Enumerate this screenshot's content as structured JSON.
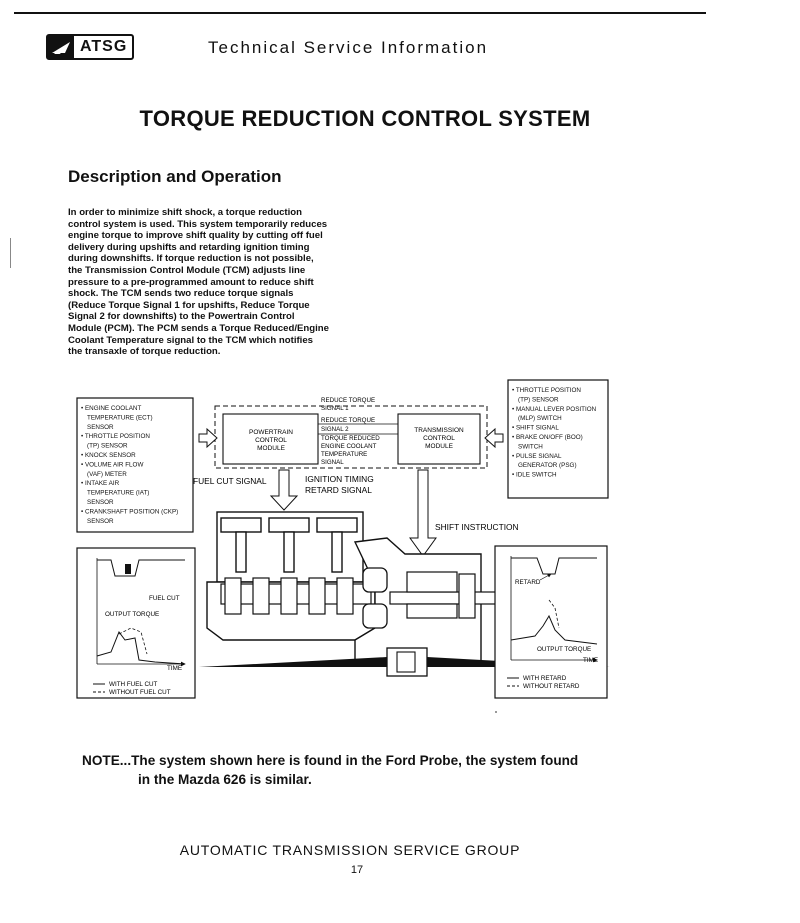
{
  "header": {
    "logo_text": "ATSG",
    "title": "Technical Service Information"
  },
  "main_title": "TORQUE REDUCTION CONTROL SYSTEM",
  "section_title": "Description and Operation",
  "body_text": "In order to minimize shift shock, a torque reduction control system is used. This system temporarily reduces engine torque to improve shift quality by cutting off fuel delivery during upshifts and retarding ignition timing during downshifts. If torque reduction is not possible, the Transmission Control Module (TCM) adjusts line pressure to a pre-programmed amount to reduce shift shock. The TCM sends two reduce torque signals (Reduce Torque Signal 1 for upshifts, Reduce Torque Signal 2 for downshifts) to the Powertrain Control Module (PCM). The PCM sends a Torque Reduced/Engine Coolant Temperature signal to the TCM which notifies the transaxle of torque reduction.",
  "diagram": {
    "left_inputs": [
      "• ENGINE COOLANT",
      "TEMPERATURE (ECT)",
      "SENSOR",
      "• THROTTLE POSITION",
      "(TP) SENSOR",
      "• KNOCK SENSOR",
      "• VOLUME AIR FLOW",
      "(VAF) METER",
      "• INTAKE AIR",
      "TEMPERATURE (IAT)",
      "SENSOR",
      "• CRANKSHAFT POSITION (CKP)",
      "SENSOR"
    ],
    "right_inputs": [
      "• THROTTLE POSITION",
      "(TP) SENSOR",
      "• MANUAL LEVER POSITION",
      "(MLP) SWITCH",
      "• SHIFT SIGNAL",
      "• BRAKE ON/OFF (BOO)",
      "SWITCH",
      "• PULSE SIGNAL",
      "GENERATOR (PSG)",
      "• IDLE SWITCH"
    ],
    "pcm_label": [
      "POWERTRAIN",
      "CONTROL",
      "MODULE"
    ],
    "tcm_label": [
      "TRANSMISSION",
      "CONTROL",
      "MODULE"
    ],
    "signal1": [
      "REDUCE TORQUE",
      "SIGNAL 1"
    ],
    "signal2": [
      "REDUCE TORQUE",
      "SIGNAL 2"
    ],
    "torque_reduced": [
      "TORQUE REDUCED",
      "ENGINE COOLANT",
      "TEMPERATURE",
      "SIGNAL"
    ],
    "fuel_cut_signal": "FUEL CUT SIGNAL",
    "ignition_signal": [
      "IGNITION TIMING",
      "RETARD SIGNAL"
    ],
    "shift_instruction": "SHIFT INSTRUCTION",
    "left_graph": {
      "fuel_cut": "FUEL CUT",
      "output_torque": "OUTPUT TORQUE",
      "time": "TIME",
      "legend_with": "WITH FUEL CUT",
      "legend_without": "WITHOUT FUEL CUT"
    },
    "right_graph": {
      "retard": "RETARD",
      "output_torque": "OUTPUT TORQUE",
      "time": "TIME",
      "legend_with": "WITH RETARD",
      "legend_without": "WITHOUT RETARD"
    }
  },
  "note": {
    "line1": "NOTE...The system shown here is found in the Ford Probe, the system found",
    "line2": "in the Mazda 626 is similar."
  },
  "footer": "AUTOMATIC TRANSMISSION SERVICE GROUP",
  "page_number": "17"
}
